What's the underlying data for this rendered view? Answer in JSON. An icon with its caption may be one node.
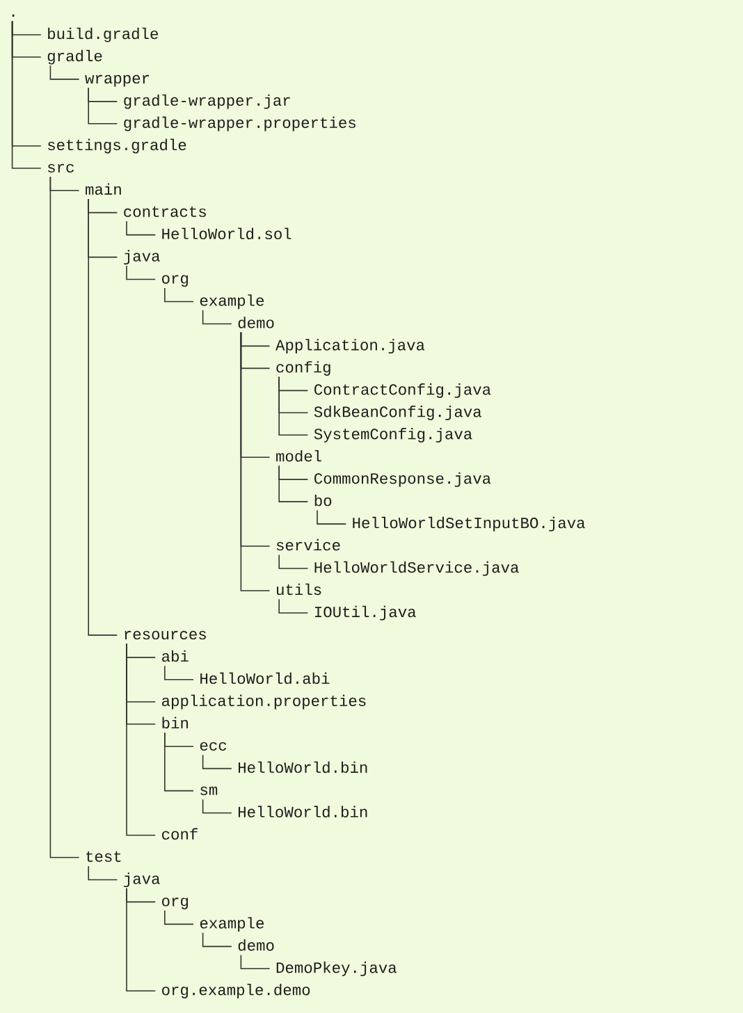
{
  "diagram": {
    "nodes": [
      {
        "text": [
          "."
        ]
      },
      {
        "text": [
          "build.gradle"
        ]
      },
      {
        "text": [
          "gradle"
        ]
      },
      {
        "text": [
          "wrapper"
        ]
      },
      {
        "text": [
          "gradle-wrapper.jar"
        ]
      },
      {
        "text": [
          "gradle-wrapper.properties"
        ]
      },
      {
        "text": [
          "settings.gradle"
        ]
      },
      {
        "text": [
          "src"
        ]
      },
      {
        "text": [
          "main"
        ]
      },
      {
        "text": [
          "contracts"
        ]
      },
      {
        "text": [
          "HelloWorld.sol"
        ]
      },
      {
        "text": [
          "java"
        ]
      },
      {
        "text": [
          "org"
        ]
      },
      {
        "text": [
          "example"
        ]
      },
      {
        "text": [
          "demo"
        ]
      },
      {
        "text": [
          "Application.java"
        ]
      },
      {
        "text": [
          "config"
        ]
      },
      {
        "text": [
          "ContractConfig.java"
        ]
      },
      {
        "text": [
          "SdkBeanConfig.java"
        ]
      },
      {
        "text": [
          "SystemConfig.java"
        ]
      },
      {
        "text": [
          "model"
        ]
      },
      {
        "text": [
          "CommonResponse.java"
        ]
      },
      {
        "text": [
          "bo"
        ]
      },
      {
        "text": [
          "HelloWorldSetInputBO.java"
        ]
      },
      {
        "text": [
          "service"
        ]
      },
      {
        "text": [
          "HelloWorldService.java"
        ]
      },
      {
        "text": [
          "utils"
        ]
      },
      {
        "text": [
          "IOUtil.java"
        ]
      },
      {
        "text": [
          "resources"
        ]
      },
      {
        "text": [
          "abi"
        ]
      },
      {
        "text": [
          "HelloWorld.abi"
        ]
      },
      {
        "text": [
          "application.properties"
        ]
      },
      {
        "text": [
          "bin"
        ]
      },
      {
        "text": [
          "ecc"
        ]
      },
      {
        "text": [
          "HelloWorld.bin"
        ]
      },
      {
        "text": [
          "sm"
        ]
      },
      {
        "text": [
          "HelloWorld.bin"
        ]
      },
      {
        "text": [
          "conf"
        ]
      },
      {
        "text": [
          "test"
        ]
      },
      {
        "text": [
          "java"
        ]
      },
      {
        "text": [
          "org"
        ]
      },
      {
        "text": [
          "example"
        ]
      },
      {
        "text": [
          "demo"
        ]
      },
      {
        "text": [
          "DemoPkey.java"
        ]
      },
      {
        "text": [
          "org.example.demo"
        ]
      }
    ],
    "edges": [
      {
        "from": 0,
        "to": 1,
        "arrow": "none"
      },
      {
        "from": 0,
        "to": 2,
        "arrow": "none"
      },
      {
        "from": 2,
        "to": 3,
        "arrow": "none"
      },
      {
        "from": 3,
        "to": 4,
        "arrow": "none"
      },
      {
        "from": 3,
        "to": 5,
        "arrow": "none"
      },
      {
        "from": 0,
        "to": 6,
        "arrow": "none"
      },
      {
        "from": 0,
        "to": 7,
        "arrow": "none"
      },
      {
        "from": 7,
        "to": 8,
        "arrow": "none"
      },
      {
        "from": 8,
        "to": 9,
        "arrow": "none"
      },
      {
        "from": 9,
        "to": 10,
        "arrow": "none"
      },
      {
        "from": 8,
        "to": 11,
        "arrow": "none"
      },
      {
        "from": 11,
        "to": 12,
        "arrow": "none"
      },
      {
        "from": 12,
        "to": 13,
        "arrow": "none"
      },
      {
        "from": 13,
        "to": 14,
        "arrow": "none"
      },
      {
        "from": 14,
        "to": 15,
        "arrow": "none"
      },
      {
        "from": 14,
        "to": 16,
        "arrow": "none"
      },
      {
        "from": 16,
        "to": 17,
        "arrow": "none"
      },
      {
        "from": 16,
        "to": 18,
        "arrow": "none"
      },
      {
        "from": 16,
        "to": 19,
        "arrow": "none"
      },
      {
        "from": 14,
        "to": 20,
        "arrow": "none"
      },
      {
        "from": 20,
        "to": 21,
        "arrow": "none"
      },
      {
        "from": 20,
        "to": 22,
        "arrow": "none"
      },
      {
        "from": 22,
        "to": 23,
        "arrow": "none"
      },
      {
        "from": 14,
        "to": 24,
        "arrow": "none"
      },
      {
        "from": 24,
        "to": 25,
        "arrow": "none"
      },
      {
        "from": 14,
        "to": 26,
        "arrow": "none"
      },
      {
        "from": 26,
        "to": 27,
        "arrow": "none"
      },
      {
        "from": 8,
        "to": 28,
        "arrow": "none"
      },
      {
        "from": 28,
        "to": 29,
        "arrow": "none"
      },
      {
        "from": 29,
        "to": 30,
        "arrow": "none"
      },
      {
        "from": 28,
        "to": 31,
        "arrow": "none"
      },
      {
        "from": 28,
        "to": 32,
        "arrow": "none"
      },
      {
        "from": 32,
        "to": 33,
        "arrow": "none"
      },
      {
        "from": 33,
        "to": 34,
        "arrow": "none"
      },
      {
        "from": 32,
        "to": 35,
        "arrow": "none"
      },
      {
        "from": 35,
        "to": 36,
        "arrow": "none"
      },
      {
        "from": 28,
        "to": 37,
        "arrow": "none"
      },
      {
        "from": 7,
        "to": 38,
        "arrow": "none"
      },
      {
        "from": 38,
        "to": 39,
        "arrow": "none"
      },
      {
        "from": 39,
        "to": 40,
        "arrow": "none"
      },
      {
        "from": 40,
        "to": 41,
        "arrow": "none"
      },
      {
        "from": 41,
        "to": 42,
        "arrow": "none"
      },
      {
        "from": 42,
        "to": 43,
        "arrow": "none"
      },
      {
        "from": 39,
        "to": 44,
        "arrow": "none"
      }
    ]
  }
}
